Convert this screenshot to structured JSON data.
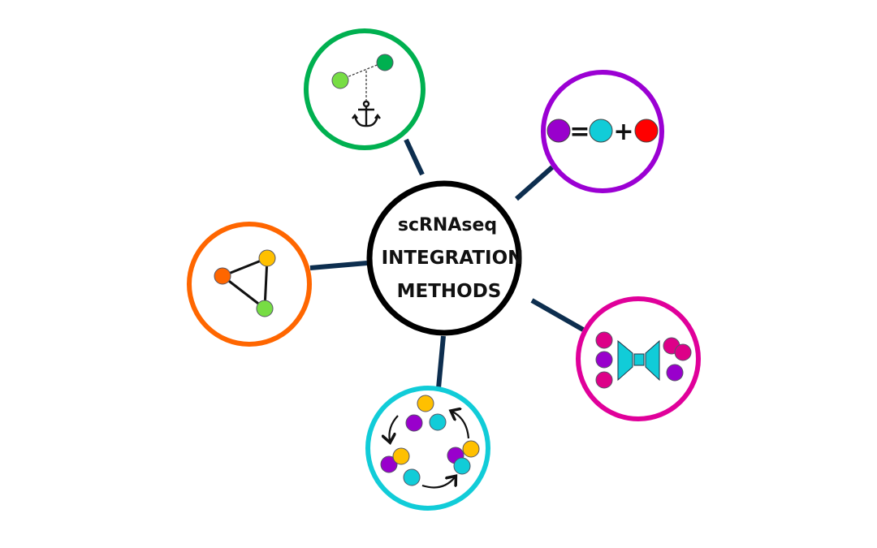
{
  "diagram": {
    "center": {
      "line1": "scRNAseq",
      "line2": "INTEGRATION",
      "line3": "METHODS",
      "border_color": "#000000"
    },
    "connector_color": "#0d2e4f",
    "nodes": [
      {
        "id": "anchor-method",
        "icon": "anchor-icon",
        "border_color": "#00b050",
        "description": "Two cells linked to an anchor"
      },
      {
        "id": "decomposition-method",
        "icon": "equation-icon",
        "border_color": "#9b00d3",
        "description": "Purple = cyan + red",
        "symbols": [
          "=",
          "+"
        ]
      },
      {
        "id": "autoencoder-method",
        "icon": "autoencoder-icon",
        "border_color": "#e0009a",
        "description": "Cells through encoder-decoder"
      },
      {
        "id": "iterative-clustering-method",
        "icon": "cycle-icon",
        "border_color": "#11ccd8",
        "description": "Cells clustered in a cycle of arrows"
      },
      {
        "id": "graph-method",
        "icon": "graph-icon",
        "border_color": "#ff6600",
        "description": "Three connected nodes forming a graph"
      }
    ],
    "colors": {
      "light_green": "#77dd44",
      "dark_green": "#00b050",
      "purple": "#9900cc",
      "cyan": "#11ccd8",
      "red": "#ff0000",
      "magenta": "#dd0088",
      "yellow": "#ffc000",
      "orange": "#ff6600"
    }
  }
}
